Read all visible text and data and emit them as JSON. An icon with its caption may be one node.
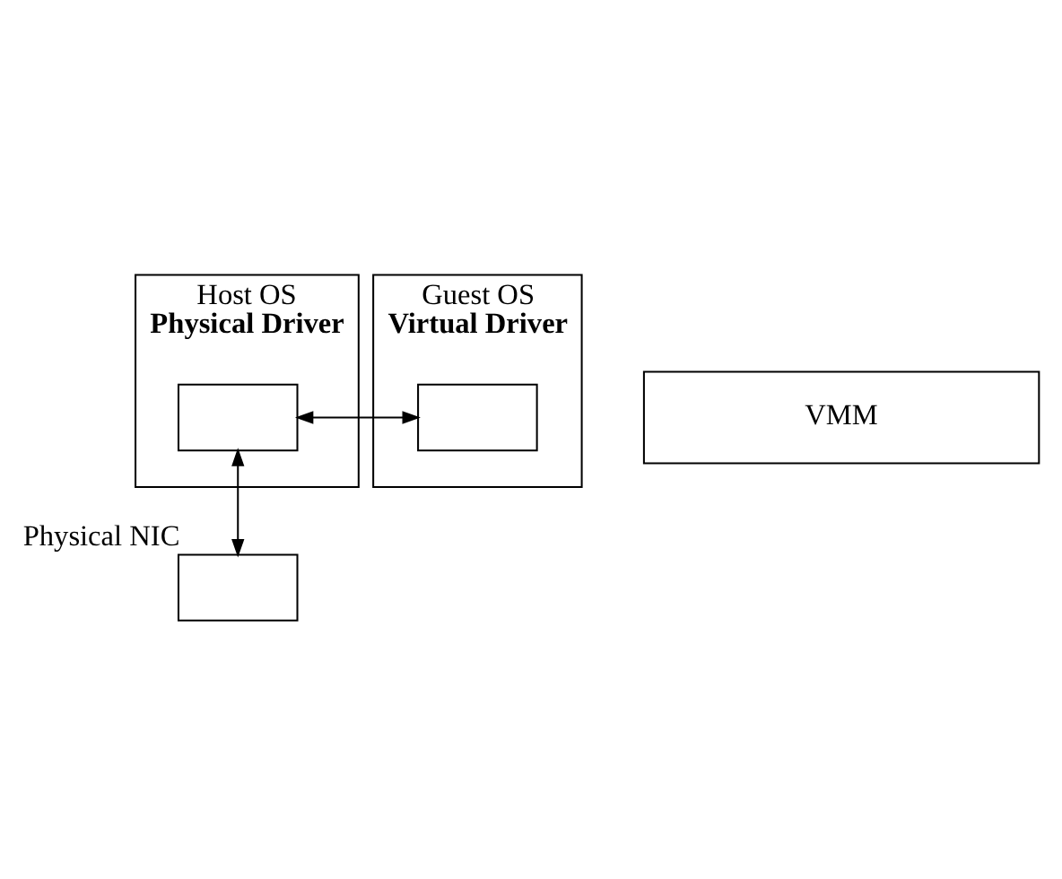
{
  "diagram": {
    "nodes": [
      {
        "text": [
          "Host OS",
          "Physical Driver"
        ]
      },
      {
        "text": [],
        "shape": "box",
        "in": 0
      },
      {
        "text": [
          "Guest OS",
          "Virtual Driver"
        ]
      },
      {
        "text": [],
        "shape": "box",
        "in": 2
      },
      {
        "text": [
          "VMM"
        ]
      },
      {
        "text": [],
        "shape": "box",
        "beside": [
          "Physical NIC"
        ]
      }
    ],
    "edges": [
      {
        "from": 1,
        "to": 3,
        "arrow": "both"
      },
      {
        "from": 1,
        "to": 5,
        "arrow": "both"
      }
    ]
  }
}
